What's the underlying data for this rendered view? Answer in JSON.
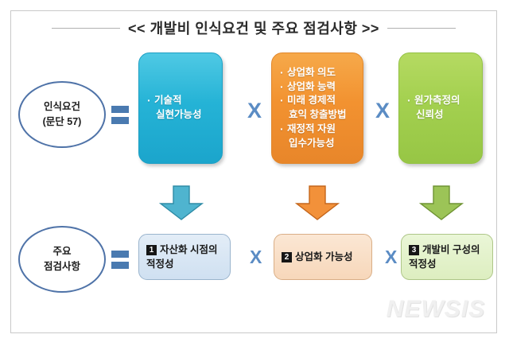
{
  "header": {
    "title": "<< 개발비 인식요건 및 주요 점검사항 >>"
  },
  "row_top": {
    "oval": {
      "line1": "인식요건",
      "line2": "(문단 57)"
    },
    "equals_symbol": "=",
    "boxes": [
      {
        "color": "#25b3d6",
        "items": [
          {
            "line1": "기술적",
            "line2": "실현가능성"
          }
        ]
      },
      {
        "color": "#f29230",
        "items": [
          {
            "line1": "상업화  의도",
            "line2": ""
          },
          {
            "line1": "상업화  능력",
            "line2": ""
          },
          {
            "line1": "미래    경제적",
            "line2": "효익 창출방법"
          },
          {
            "line1": "재정적    자원",
            "line2": "입수가능성"
          }
        ]
      },
      {
        "color": "#a3d04f",
        "items": [
          {
            "line1": "원가측정의",
            "line2": "신뢰성"
          }
        ]
      }
    ],
    "operators": [
      "X",
      "X"
    ]
  },
  "arrows": [
    {
      "name": "arrow-down-blue",
      "color": "#3fa9c6"
    },
    {
      "name": "arrow-down-orange",
      "color": "#f08a2e"
    },
    {
      "name": "arrow-down-green",
      "color": "#8fbc4a"
    }
  ],
  "row_bottom": {
    "oval": {
      "line1": "주요",
      "line2": "점검사항"
    },
    "equals_symbol": "=",
    "boxes": [
      {
        "number": "1",
        "line1": "자산화 시점의",
        "line2": "적정성",
        "color": "#cfe0f1"
      },
      {
        "number": "2",
        "line1": "상업화 가능성",
        "line2": "",
        "color": "#f7d7ba"
      },
      {
        "number": "3",
        "line1": "개발비 구성의",
        "line2": "적정성",
        "color": "#ddeec0"
      }
    ],
    "operators": [
      "X",
      "X"
    ]
  },
  "watermark": {
    "text": "NEWSIS"
  }
}
